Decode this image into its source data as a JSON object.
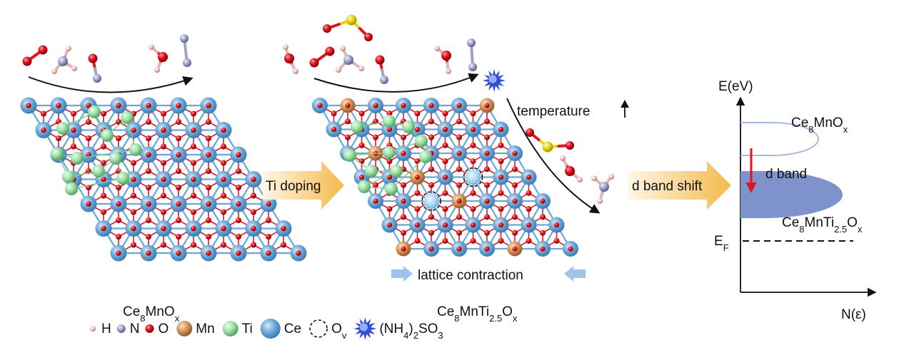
{
  "labels": {
    "ti_doping": "Ti doping",
    "d_band_shift": "d band shift",
    "temperature": "temperature",
    "lattice_contraction": "lattice contraction",
    "d_band": "d band",
    "axis_y": "E(eV)",
    "axis_x": "N(ε)",
    "fermi_main": "E",
    "fermi_sub": "F"
  },
  "structures": {
    "left": {
      "main": [
        "Ce",
        "MnO"
      ],
      "subs": [
        "8",
        "x"
      ]
    },
    "middle": {
      "main": [
        "Ce",
        "MnTi",
        "O"
      ],
      "subs": [
        "8",
        "2.5",
        "x"
      ]
    }
  },
  "band_labels": {
    "upper": {
      "main": [
        "Ce",
        "MnO"
      ],
      "subs": [
        "8",
        "x"
      ]
    },
    "lower": {
      "main": [
        "Ce",
        "MnTi",
        "O"
      ],
      "subs": [
        "8",
        "2.5",
        "x"
      ]
    }
  },
  "legend": [
    {
      "symbol": "H",
      "label": "H"
    },
    {
      "symbol": "N",
      "label": "N"
    },
    {
      "symbol": "O",
      "label": "O"
    },
    {
      "symbol": "Mn",
      "label": "Mn"
    },
    {
      "symbol": "Ti",
      "label": "Ti"
    },
    {
      "symbol": "Ce",
      "label": "Ce"
    },
    {
      "symbol": "Ov",
      "label": "O",
      "sub": "v"
    },
    {
      "symbol": "star",
      "label": "(NH",
      "sub": "4",
      "label2": ")",
      "sub2": "2",
      "label3": "SO",
      "sub3": "3"
    }
  ],
  "colors": {
    "H": "#e8b4b0",
    "N": "#9da3c9",
    "O": "#e0141e",
    "Mn": "#d4955a",
    "Ti": "#9ee0a8",
    "Ce": "#6aa6d6",
    "bond": "#6aa6d6",
    "S": "#e6d314",
    "star": "#2f4fd0",
    "band_upper": "#a8b8e0",
    "band_lower": "#7e92cc",
    "shift_arrow": "#e0141e",
    "block_arrow": "#f5c36a",
    "contraction_arrow": "#9fc4ea"
  }
}
